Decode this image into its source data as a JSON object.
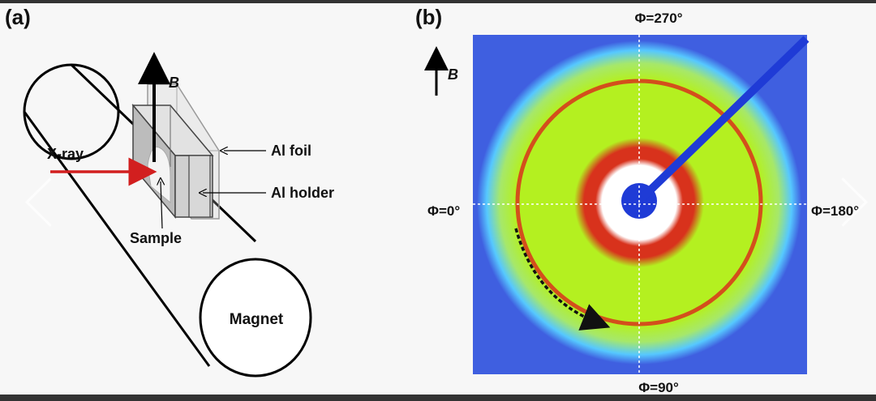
{
  "panel_a": {
    "label": "(a)",
    "field_label": "B",
    "xray_label": "X-ray",
    "foil_label": "Al foil",
    "holder_label": "Al holder",
    "sample_label": "Sample",
    "magnet_label": "Magnet"
  },
  "panel_b": {
    "label": "(b)",
    "field_label": "B",
    "phi_top": "Φ=270°",
    "phi_bottom": "Φ=90°",
    "phi_left": "Φ=0°",
    "phi_right": "Φ=180°"
  },
  "colors": {
    "background": "#3f5fe0",
    "halo": "#56c8ff",
    "field": "#b4f020",
    "ring": "#d8321c",
    "beam": "#1f3bd6",
    "xray_arrow": "#d21f1f"
  }
}
